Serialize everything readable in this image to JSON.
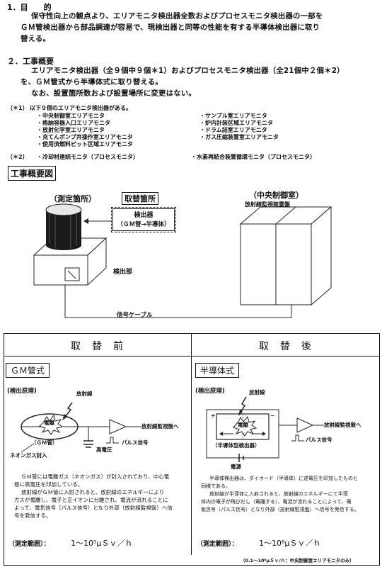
{
  "sec1": {
    "heading": "1．目　　的",
    "lines": [
      "保守性向上の観点より、エリアモニタ検出器全数およびプロセスモニタ検出器の一部を",
      "ＧＭ管検出器から部品調達が容易で、現検出器と同等の性能を有する半導体検出器に取り",
      "替える。"
    ]
  },
  "sec2": {
    "heading": "２．工事概要",
    "lines": [
      "エリアモニタ検出器（全９個中９個＊1）およびプロセスモニタ検出器（全21個中２個＊2）",
      "を、ＧＭ管式から半導体式に取り替える。",
      "なお、設置箇所数および設置場所に変更はない。"
    ]
  },
  "notes": {
    "n1_label": "（＊1）",
    "n1_text": "以下９個のエリアモニタ検出器がある。",
    "left": [
      "・中央制御室エリアモニタ",
      "・格納容器入口エリアモニタ",
      "・放射化学室エリアモニタ",
      "・充てんポンプ弁操作室エリアモニタ",
      "・使用済燃料ピット区域エリアモニタ"
    ],
    "right": [
      "・サンプル室エリアモニタ",
      "・炉内計装区域エリアモニタ",
      "・ドラム詰室エリアモニタ",
      "・ガス圧縮装置室エリアモニタ"
    ],
    "n2_label": "（＊2）",
    "n2_left": "・冷却材連続モニタ（プロセスモニタ）",
    "n2_right": "・水素再結合装置循環モニタ（プロセスモニタ）"
  },
  "overview": {
    "title": "工事概要図",
    "measure_place": "（測定箇所）",
    "replace_place": "取替箇所",
    "detector_label": "検出器",
    "detector_change": "（ＧＭ管→半導体）",
    "detector_unit": "検出部",
    "control_room": "（中央制御室）",
    "panel_label": "放射線監視装置盤",
    "cable": "信号ケーブル"
  },
  "before": {
    "header": "取　替　前",
    "type": "ＧＭ管式",
    "principle": "(検出原理)",
    "radiation": "放射線",
    "ionize": "電離",
    "tube": "（ＧＭ管）",
    "neon": "ネオンガス封入",
    "hv": "高電圧",
    "pulse": "パルス信号",
    "to_monitor": "放射線監視盤へ",
    "desc": [
      "ＧＭ管には電離ガス（ネオンガス）が封入されており、中心電",
      "極に高電圧を印加している。",
      "放射線がＧＭ管に入射されると、放射線のエネルギーにより",
      "ガスが電離し、電子と正イオンに分離され、電流が流れることに",
      "よって、電気信号（パルス信号）となり外部（放射線監視盤）へ信",
      "号を発信する。"
    ],
    "range_label": "（測定範囲）：",
    "range_value": "1～10⁵μＳｖ／ｈ"
  },
  "after": {
    "header": "取　替　後",
    "type": "半導体式",
    "principle": "(検出原理)",
    "radiation": "放射線",
    "ionize": "電離",
    "detector": "（半導体型検出器）",
    "power": "電源",
    "pulse": "パルス信号",
    "to_monitor": "放射線監視盤へ",
    "desc": [
      "半導体検出器は、ダイオード（半導体）に逆電圧を印加したものと",
      "同様である。",
      "放射線が半導体に入射されると、放射線のエネルギーにて半導",
      "体内の電子が飛びだし（電離する）、電流が流れることによって、電",
      "気信号（パルス信号）となり外部（放射線監視盤）へ信号を発信する。"
    ],
    "range_label": "（測定範囲）：",
    "range_value": "1～10⁸μＳｖ／ｈ",
    "range_note": "（0.1～10⁸μＳｖ/ｈ：中央制御室エリアモニタのみ）"
  }
}
